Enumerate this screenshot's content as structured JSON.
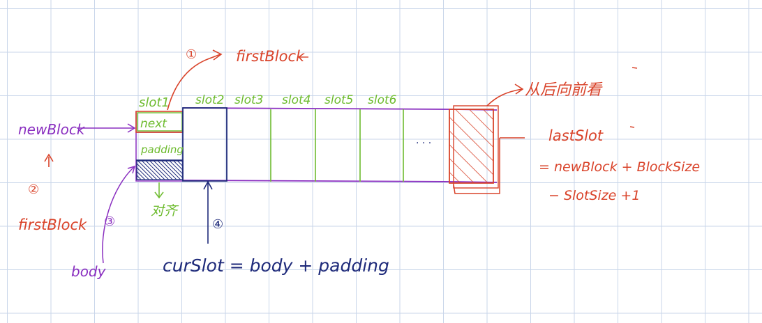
{
  "labels": {
    "step1": "①",
    "first_block_top": "firstBlock",
    "slots": [
      "slot1",
      "slot2",
      "slot3",
      "slot4",
      "slot5",
      "slot6"
    ],
    "next": "next",
    "padding": "padding",
    "align": "对齐",
    "ellipsis": "· · ·",
    "view_from_back": "从后向前看",
    "new_block": "newBlock",
    "step2": "②",
    "first_block_left": "firstBlock",
    "step3": "③",
    "body": "body",
    "step4": "④",
    "cur_slot": "curSlot = body + padding",
    "last_slot": "lastSlot",
    "last_slot_formula_1": "= newBlock + BlockSize",
    "last_slot_formula_2": "− SlotSize +1"
  },
  "colors": {
    "red": "#d9432a",
    "green": "#6dbb2e",
    "purple": "#8a2fc0",
    "navy": "#1e2a7a",
    "grid": "#c9d6ea"
  }
}
